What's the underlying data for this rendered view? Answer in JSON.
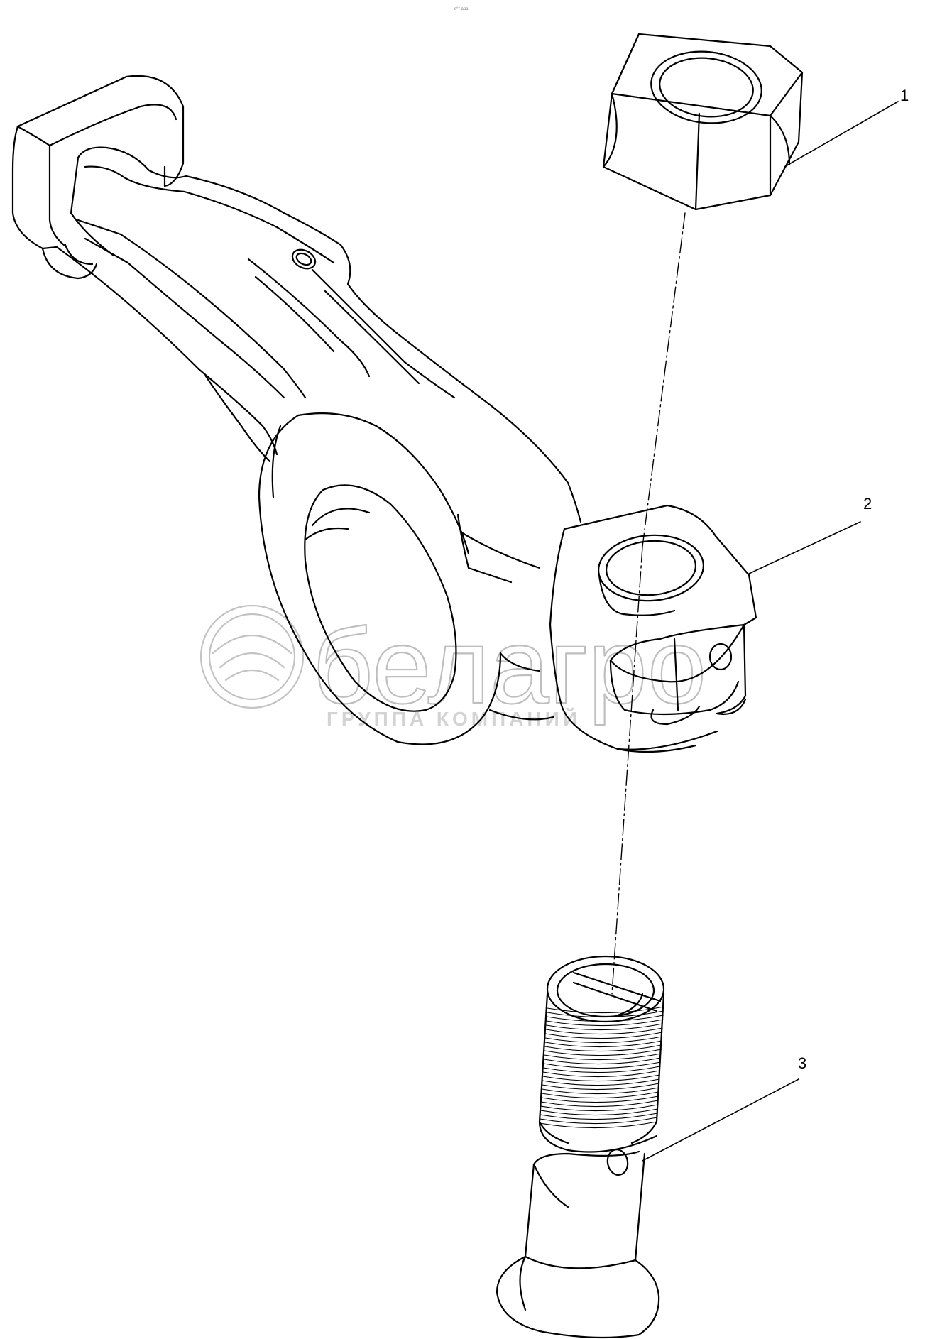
{
  "top_mark": "s°° aaa",
  "callouts": [
    {
      "label": "1",
      "part": "nut"
    },
    {
      "label": "2",
      "part": "rocker-arm"
    },
    {
      "label": "3",
      "part": "adjusting-screw"
    }
  ],
  "watermark": {
    "logo_text": "белагро",
    "subtitle": "ГРУППА КОМПАНИЙ"
  },
  "colors": {
    "line": "#000000",
    "watermark": "#a9a9a9",
    "background": "#ffffff"
  }
}
